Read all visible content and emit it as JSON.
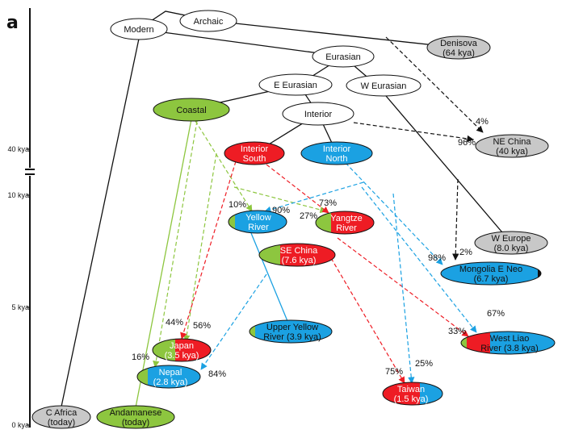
{
  "panel_label": "a",
  "axis": {
    "ticks": [
      "40 kya",
      "10 kya",
      "5 kya",
      "0 kya"
    ]
  },
  "colors": {
    "coastal": "#8dc63f",
    "interior_south": "#ee1c24",
    "interior_north": "#1ba1e2",
    "archaic": "#c8c8c8",
    "white": "#ffffff"
  },
  "nodes": {
    "modern": "Modern",
    "archaic": "Archaic",
    "denisova": [
      "Denisova",
      "(64 kya)"
    ],
    "eurasian": "Eurasian",
    "e_eurasian": "E Eurasian",
    "w_eurasian": "W Eurasian",
    "coastal": "Coastal",
    "interior": "Interior",
    "interior_south": [
      "Interior",
      "South"
    ],
    "interior_north": [
      "Interior",
      "North"
    ],
    "ne_china": [
      "NE China",
      "(40 kya)"
    ],
    "yellow_river": [
      "Yellow",
      "River"
    ],
    "yangtze_river": [
      "Yangtze",
      "River"
    ],
    "se_china": [
      "SE China",
      "(7.6 kya)"
    ],
    "w_europe": [
      "W Europe",
      "(8.0 kya)"
    ],
    "mongolia": [
      "Mongolia E Neo",
      "(6.7 kya)"
    ],
    "upper_yellow": [
      "Upper Yellow",
      "River (3.9 kya)"
    ],
    "japan": [
      "Japan",
      "(3.5 kya)"
    ],
    "nepal": [
      "Nepal",
      "(2.8 kya)"
    ],
    "west_liao": [
      "West Liao",
      "River (3.8 kya)"
    ],
    "taiwan": [
      "Taiwan",
      "(1.5 kya)"
    ],
    "c_africa": [
      "C Africa",
      "(today)"
    ],
    "andamanese": [
      "Andamanese",
      "(today)"
    ]
  },
  "admixture": {
    "denisova_to_ne_china": "4%",
    "interior_to_ne_china": "96%",
    "to_yellow_river_coastal": "10%",
    "to_yellow_river_north": "90%",
    "to_yangtze_coastal": "27%",
    "to_yangtze_south": "73%",
    "to_mongolia_north": "98%",
    "to_mongolia_west": "2%",
    "to_japan_coastal": "44%",
    "to_japan_south": "56%",
    "to_west_liao_yangtze": "33%",
    "to_west_liao_north": "67%",
    "to_nepal_coastal": "16%",
    "to_nepal_north": "84%",
    "to_taiwan_south": "75%",
    "to_taiwan_north": "25%"
  }
}
